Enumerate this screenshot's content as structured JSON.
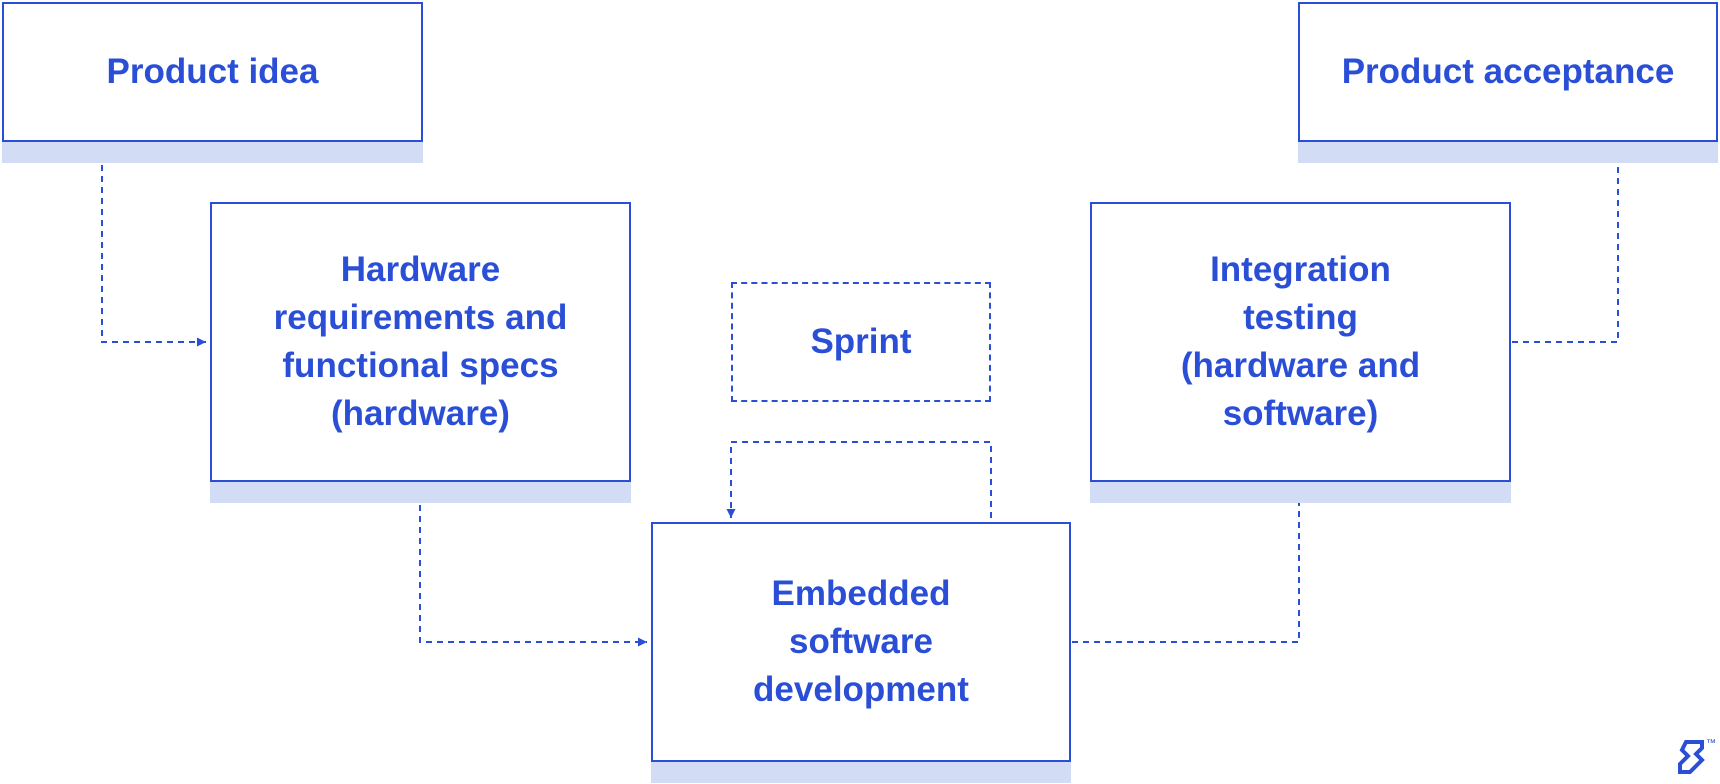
{
  "diagram": {
    "nodes": {
      "product_idea": "Product idea",
      "hardware_requirements": "Hardware\nrequirements and\nfunctional specs\n(hardware)",
      "sprint": "Sprint",
      "embedded_software": "Embedded\nsoftware\ndevelopment",
      "integration_testing": "Integration\ntesting\n(hardware and\nsoftware)",
      "product_acceptance": "Product acceptance"
    },
    "edges": [
      {
        "from": "product_idea",
        "to": "hardware_requirements"
      },
      {
        "from": "hardware_requirements",
        "to": "embedded_software"
      },
      {
        "from": "embedded_software",
        "to": "embedded_software",
        "via": "sprint"
      },
      {
        "from": "embedded_software",
        "to": "integration_testing"
      },
      {
        "from": "integration_testing",
        "to": "product_acceptance"
      }
    ]
  },
  "colors": {
    "accent": "#2a4fd6",
    "shadow": "#d3dcf5",
    "background": "#ffffff"
  },
  "brand": {
    "logo_icon": "toptal-logo-icon",
    "trademark": "™"
  }
}
